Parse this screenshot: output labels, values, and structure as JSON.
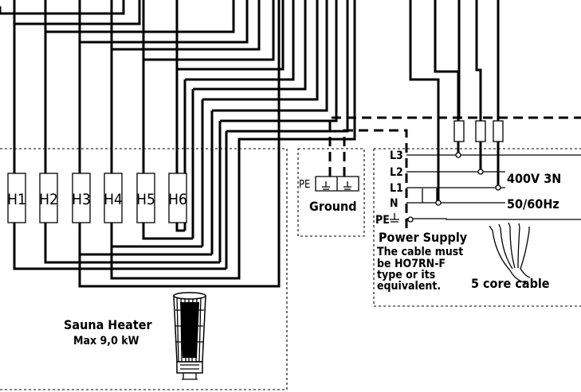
{
  "heater": {
    "elements": [
      "H1",
      "H2",
      "H3",
      "H4",
      "H5",
      "H6"
    ],
    "title": "Sauna Heater",
    "rating": "Max 9,0 kW"
  },
  "ground": {
    "pe_label": "PE",
    "label": "Ground"
  },
  "supply": {
    "terminals": [
      "L3",
      "L2",
      "L1",
      "N",
      "PE"
    ],
    "voltage": "400V 3N",
    "frequency": "50/60Hz",
    "title": "Power Supply",
    "note_lines": [
      "The cable must",
      "be HO7RN-F",
      "type or its",
      "equivalent."
    ],
    "cable": "5 core cable"
  }
}
